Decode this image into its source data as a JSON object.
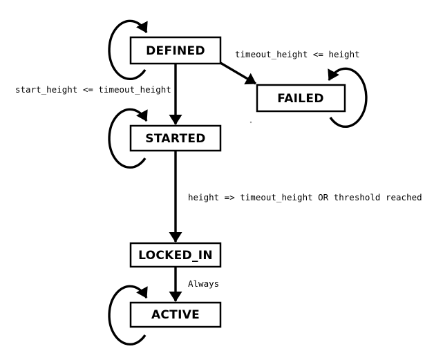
{
  "diagram": {
    "type": "state-machine",
    "colors": {
      "line": "#000000",
      "background": "#ffffff",
      "box_fill": "#ffffff"
    },
    "states": {
      "defined": {
        "label": "DEFINED"
      },
      "failed": {
        "label": "FAILED"
      },
      "started": {
        "label": "STARTED"
      },
      "locked_in": {
        "label": "LOCKED_IN"
      },
      "active": {
        "label": "ACTIVE"
      }
    },
    "transitions": {
      "defined_to_failed": {
        "from": "DEFINED",
        "to": "FAILED",
        "label": "timeout_height <= height"
      },
      "defined_to_started": {
        "from": "DEFINED",
        "to": "STARTED",
        "label": "start_height <= timeout_height"
      },
      "started_to_locked_in": {
        "from": "STARTED",
        "to": "LOCKED_IN",
        "label": "height => timeout_height OR threshold reached"
      },
      "locked_in_to_active": {
        "from": "LOCKED_IN",
        "to": "ACTIVE",
        "label": "Always"
      },
      "self_loops": [
        "DEFINED",
        "FAILED",
        "STARTED",
        "ACTIVE"
      ]
    }
  }
}
